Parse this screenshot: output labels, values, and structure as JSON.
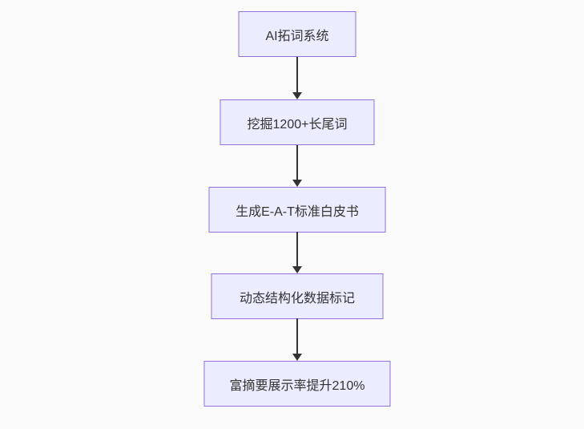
{
  "diagram": {
    "type": "flowchart",
    "direction": "top-down",
    "background_color": "#fafafa",
    "node_fill_color": "#ECECFF",
    "node_border_color": "#9370DB",
    "text_color": "#333333",
    "arrow_color": "#333333",
    "nodes": [
      {
        "id": "node-1",
        "label": "AI拓词系统"
      },
      {
        "id": "node-2",
        "label": "挖掘1200+长尾词"
      },
      {
        "id": "node-3",
        "label": "生成E-A-T标准白皮书"
      },
      {
        "id": "node-4",
        "label": "动态结构化数据标记"
      },
      {
        "id": "node-5",
        "label": "富摘要展示率提升210%"
      }
    ],
    "edges": [
      {
        "from": "node-1",
        "to": "node-2"
      },
      {
        "from": "node-2",
        "to": "node-3"
      },
      {
        "from": "node-3",
        "to": "node-4"
      },
      {
        "from": "node-4",
        "to": "node-5"
      }
    ]
  }
}
